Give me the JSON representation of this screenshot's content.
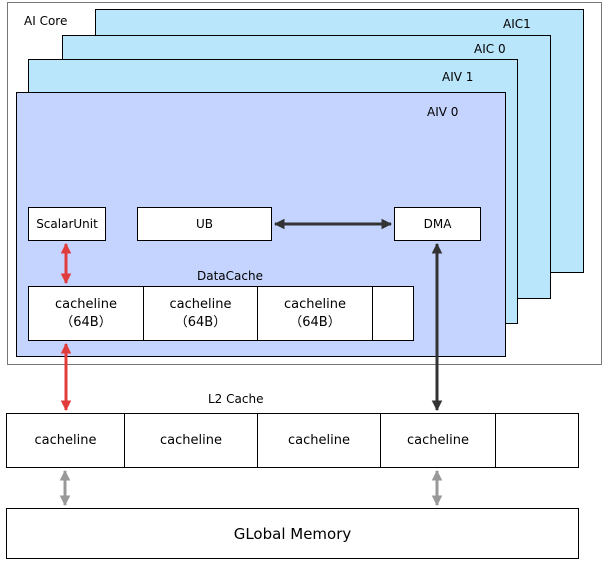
{
  "ai_core": {
    "title": "AI Core",
    "layers": {
      "aic1": "AIC1",
      "aic0": "AIC 0",
      "aiv1": "AIV 1",
      "aiv0": "AIV 0"
    },
    "units": {
      "scalar_unit": "ScalarUnit",
      "ub": "UB",
      "dma": "DMA"
    },
    "data_cache": {
      "title": "DataCache",
      "cells": [
        {
          "name": "cacheline",
          "size": "（64B）"
        },
        {
          "name": "cacheline",
          "size": "（64B）"
        },
        {
          "name": "cacheline",
          "size": "（64B）"
        }
      ]
    }
  },
  "l2_cache": {
    "title": "L2 Cache",
    "cells": [
      "cacheline",
      "cacheline",
      "cacheline",
      "cacheline",
      ""
    ]
  },
  "global_memory": {
    "label": "GLobal Memory"
  },
  "colors": {
    "aic_fill": "#bae6fc",
    "aiv_fill": "#c4d4ff",
    "red_arrow": "#e03c3c",
    "dark_arrow": "#333333",
    "gray_arrow": "#999999"
  }
}
